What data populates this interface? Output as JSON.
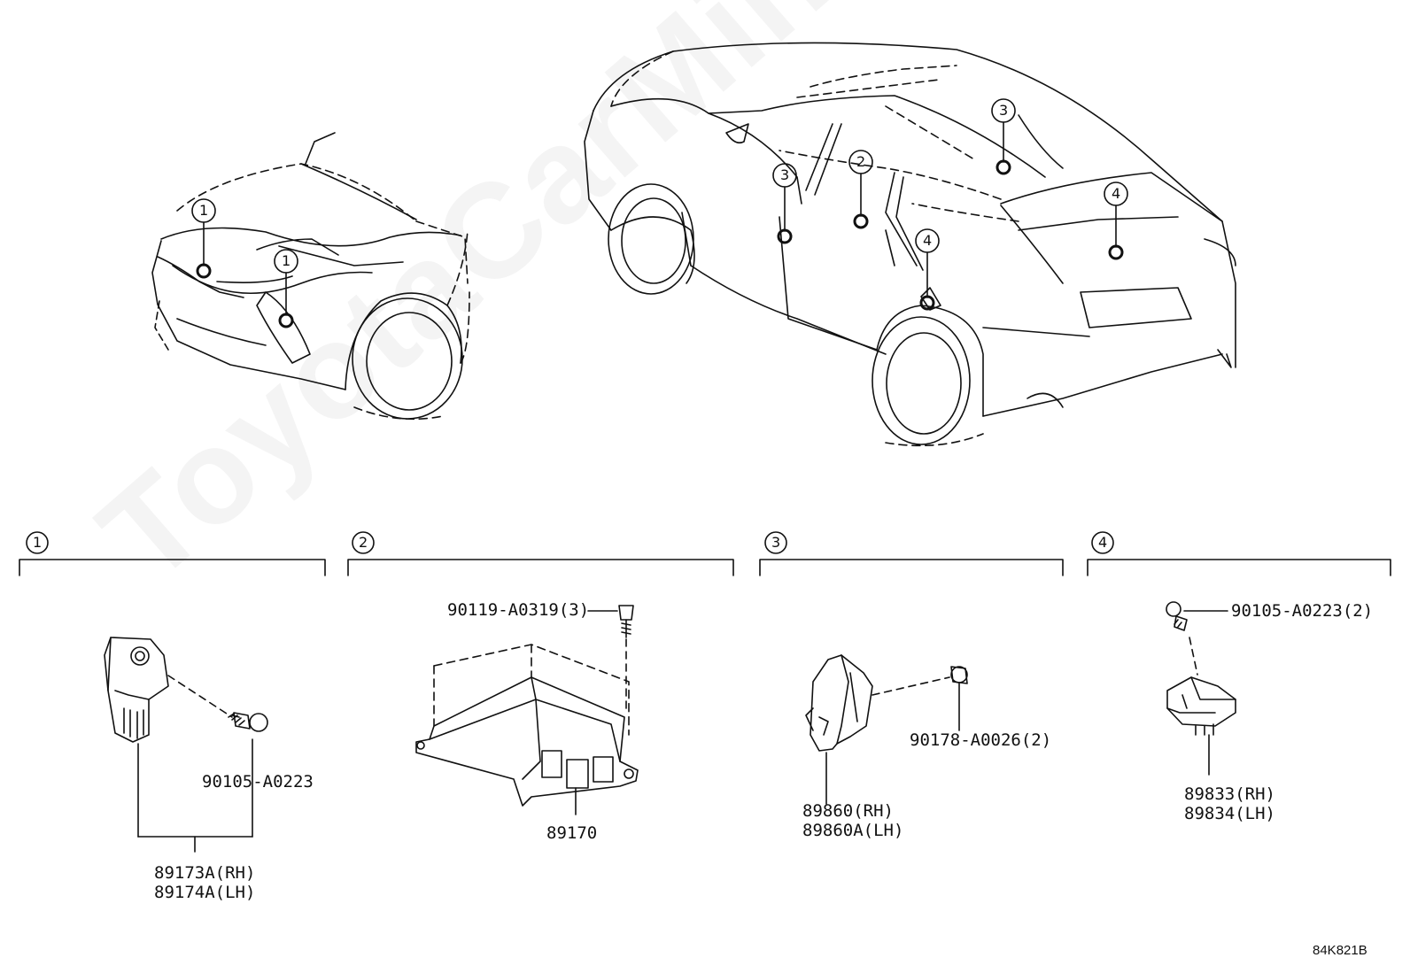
{
  "watermark": "ToyotaCarMine.ru",
  "diagram_code": "84K821B",
  "callouts": [
    "1",
    "2",
    "3",
    "4"
  ],
  "parts": {
    "group1": {
      "screw": "90105-A0223",
      "sensor_rh": "89173A(RH)",
      "sensor_lh": "89174A(LH)"
    },
    "group2": {
      "bolt": "90119-A0319(3)",
      "ecu": "89170"
    },
    "group3": {
      "nut": "90178-A0026(2)",
      "sensor_rh": "89860(RH)",
      "sensor_lh": "89860A(LH)"
    },
    "group4": {
      "screw": "90105-A0223(2)",
      "sensor_rh": "89833(RH)",
      "sensor_lh": "89834(LH)"
    }
  }
}
